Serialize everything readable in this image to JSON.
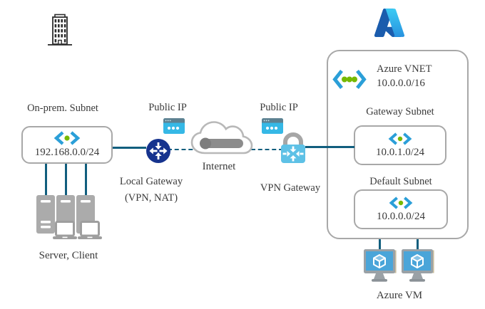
{
  "onprem": {
    "subnet_label": "On-prem. Subnet",
    "subnet_cidr": "192.168.0.0/24",
    "public_ip_label": "Public IP",
    "local_gateway_label": "Local Gateway",
    "local_gateway_note": "(VPN, NAT)",
    "devices_label": "Server, Client"
  },
  "internet": {
    "label": "Internet"
  },
  "azure": {
    "public_ip_label": "Public IP",
    "vpn_gateway_label": "VPN Gateway",
    "vnet": {
      "label": "Azure VNET",
      "cidr": "10.0.0.0/16"
    },
    "gateway_subnet": {
      "label": "Gateway Subnet",
      "cidr": "10.0.1.0/24"
    },
    "default_subnet": {
      "label": "Default Subnet",
      "cidr": "10.0.0.0/24"
    },
    "vm_label": "Azure VM"
  },
  "icons": {
    "building": "building-icon",
    "azure_logo": "azure-logo-icon",
    "subnet_code": "code-brackets-icon",
    "vnet_code": "code-brackets-dots-icon",
    "public_ip": "public-ip-window-icon",
    "local_gateway": "router-circle-icon",
    "internet_cloud": "cloud-icon",
    "vpn_gateway": "lock-gateway-icon",
    "server": "server-tower-icon",
    "laptop": "laptop-icon",
    "vm": "vm-monitor-icon"
  },
  "colors": {
    "connector": "#115e7e",
    "box_border": "#a8a8a8",
    "public_ip_cyan": "#35b8e6",
    "public_ip_bar": "#5d8191",
    "router_navy": "#16338e",
    "lock_body": "#5ec1e6",
    "lock_shackle": "#a6a6a6",
    "chevron_blue": "#2b9fd8",
    "dot_green": "#76b900",
    "device_gray": "#ababab",
    "vm_screen": "#4aa5d9",
    "cloud_outline": "#b8b8b8",
    "pipe_gray": "#8c8c8c",
    "text": "#3a3a3a"
  }
}
